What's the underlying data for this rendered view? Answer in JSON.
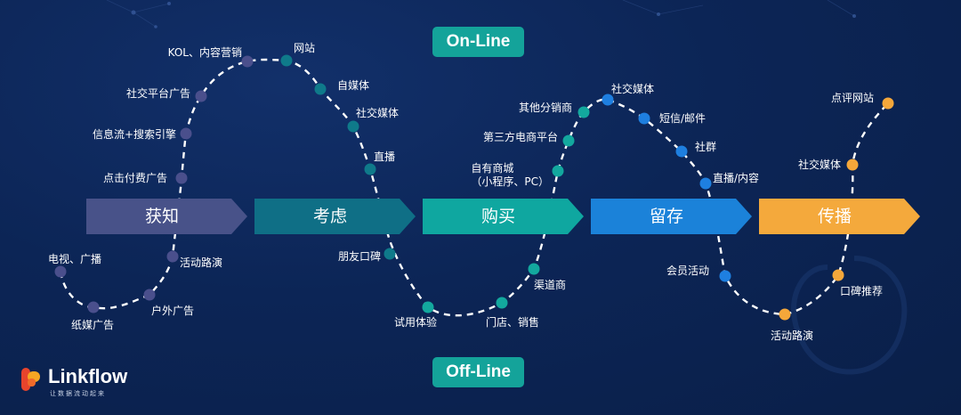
{
  "top_label": "On-Line",
  "bottom_label": "Off-Line",
  "stages": [
    {
      "label": "获知",
      "color": "#485289"
    },
    {
      "label": "考虑",
      "color": "#0f6f86"
    },
    {
      "label": "购买",
      "color": "#0fa7a0"
    },
    {
      "label": "留存",
      "color": "#1b82d9"
    },
    {
      "label": "传播",
      "color": "#f4a93c"
    }
  ],
  "touchpoints": [
    {
      "label": "电视、广播",
      "color": "#4a4f8c"
    },
    {
      "label": "纸媒广告",
      "color": "#4a4f8c"
    },
    {
      "label": "户外广告",
      "color": "#4a4f8c"
    },
    {
      "label": "活动路演",
      "color": "#4a4f8c"
    },
    {
      "label": "点击付费广告",
      "color": "#4a4f8c"
    },
    {
      "label": "信息流+搜索引擎",
      "color": "#4a4f8c"
    },
    {
      "label": "社交平台广告",
      "color": "#4a4f8c"
    },
    {
      "label": "KOL、内容营销",
      "color": "#4a4f8c"
    },
    {
      "label": "网站",
      "color": "#0f7a8a"
    },
    {
      "label": "自媒体",
      "color": "#0f7a8a"
    },
    {
      "label": "社交媒体",
      "color": "#0f7a8a"
    },
    {
      "label": "直播",
      "color": "#0f7a8a"
    },
    {
      "label": "朋友口碑",
      "color": "#0f7a8a"
    },
    {
      "label": "试用体验",
      "color": "#13a89e"
    },
    {
      "label": "门店、销售",
      "color": "#13a89e"
    },
    {
      "label": "渠道商",
      "color": "#13a89e"
    },
    {
      "label": "自有商城\n（小程序、PC）",
      "color": "#13a89e"
    },
    {
      "label": "第三方电商平台",
      "color": "#13a89e"
    },
    {
      "label": "其他分销商",
      "color": "#13a89e"
    },
    {
      "label": "社交媒体",
      "color": "#1e7fe0"
    },
    {
      "label": "短信/邮件",
      "color": "#1e7fe0"
    },
    {
      "label": "社群",
      "color": "#1e7fe0"
    },
    {
      "label": "直播/内容",
      "color": "#1e7fe0"
    },
    {
      "label": "会员活动",
      "color": "#1e7fe0"
    },
    {
      "label": "活动路演",
      "color": "#f5a73a"
    },
    {
      "label": "口碑推荐",
      "color": "#f5a73a"
    },
    {
      "label": "社交媒体",
      "color": "#f5a73a"
    },
    {
      "label": "点评网站",
      "color": "#f5a73a"
    }
  ],
  "brand": {
    "name": "Linkflow",
    "tagline": "让数据流动起来"
  }
}
